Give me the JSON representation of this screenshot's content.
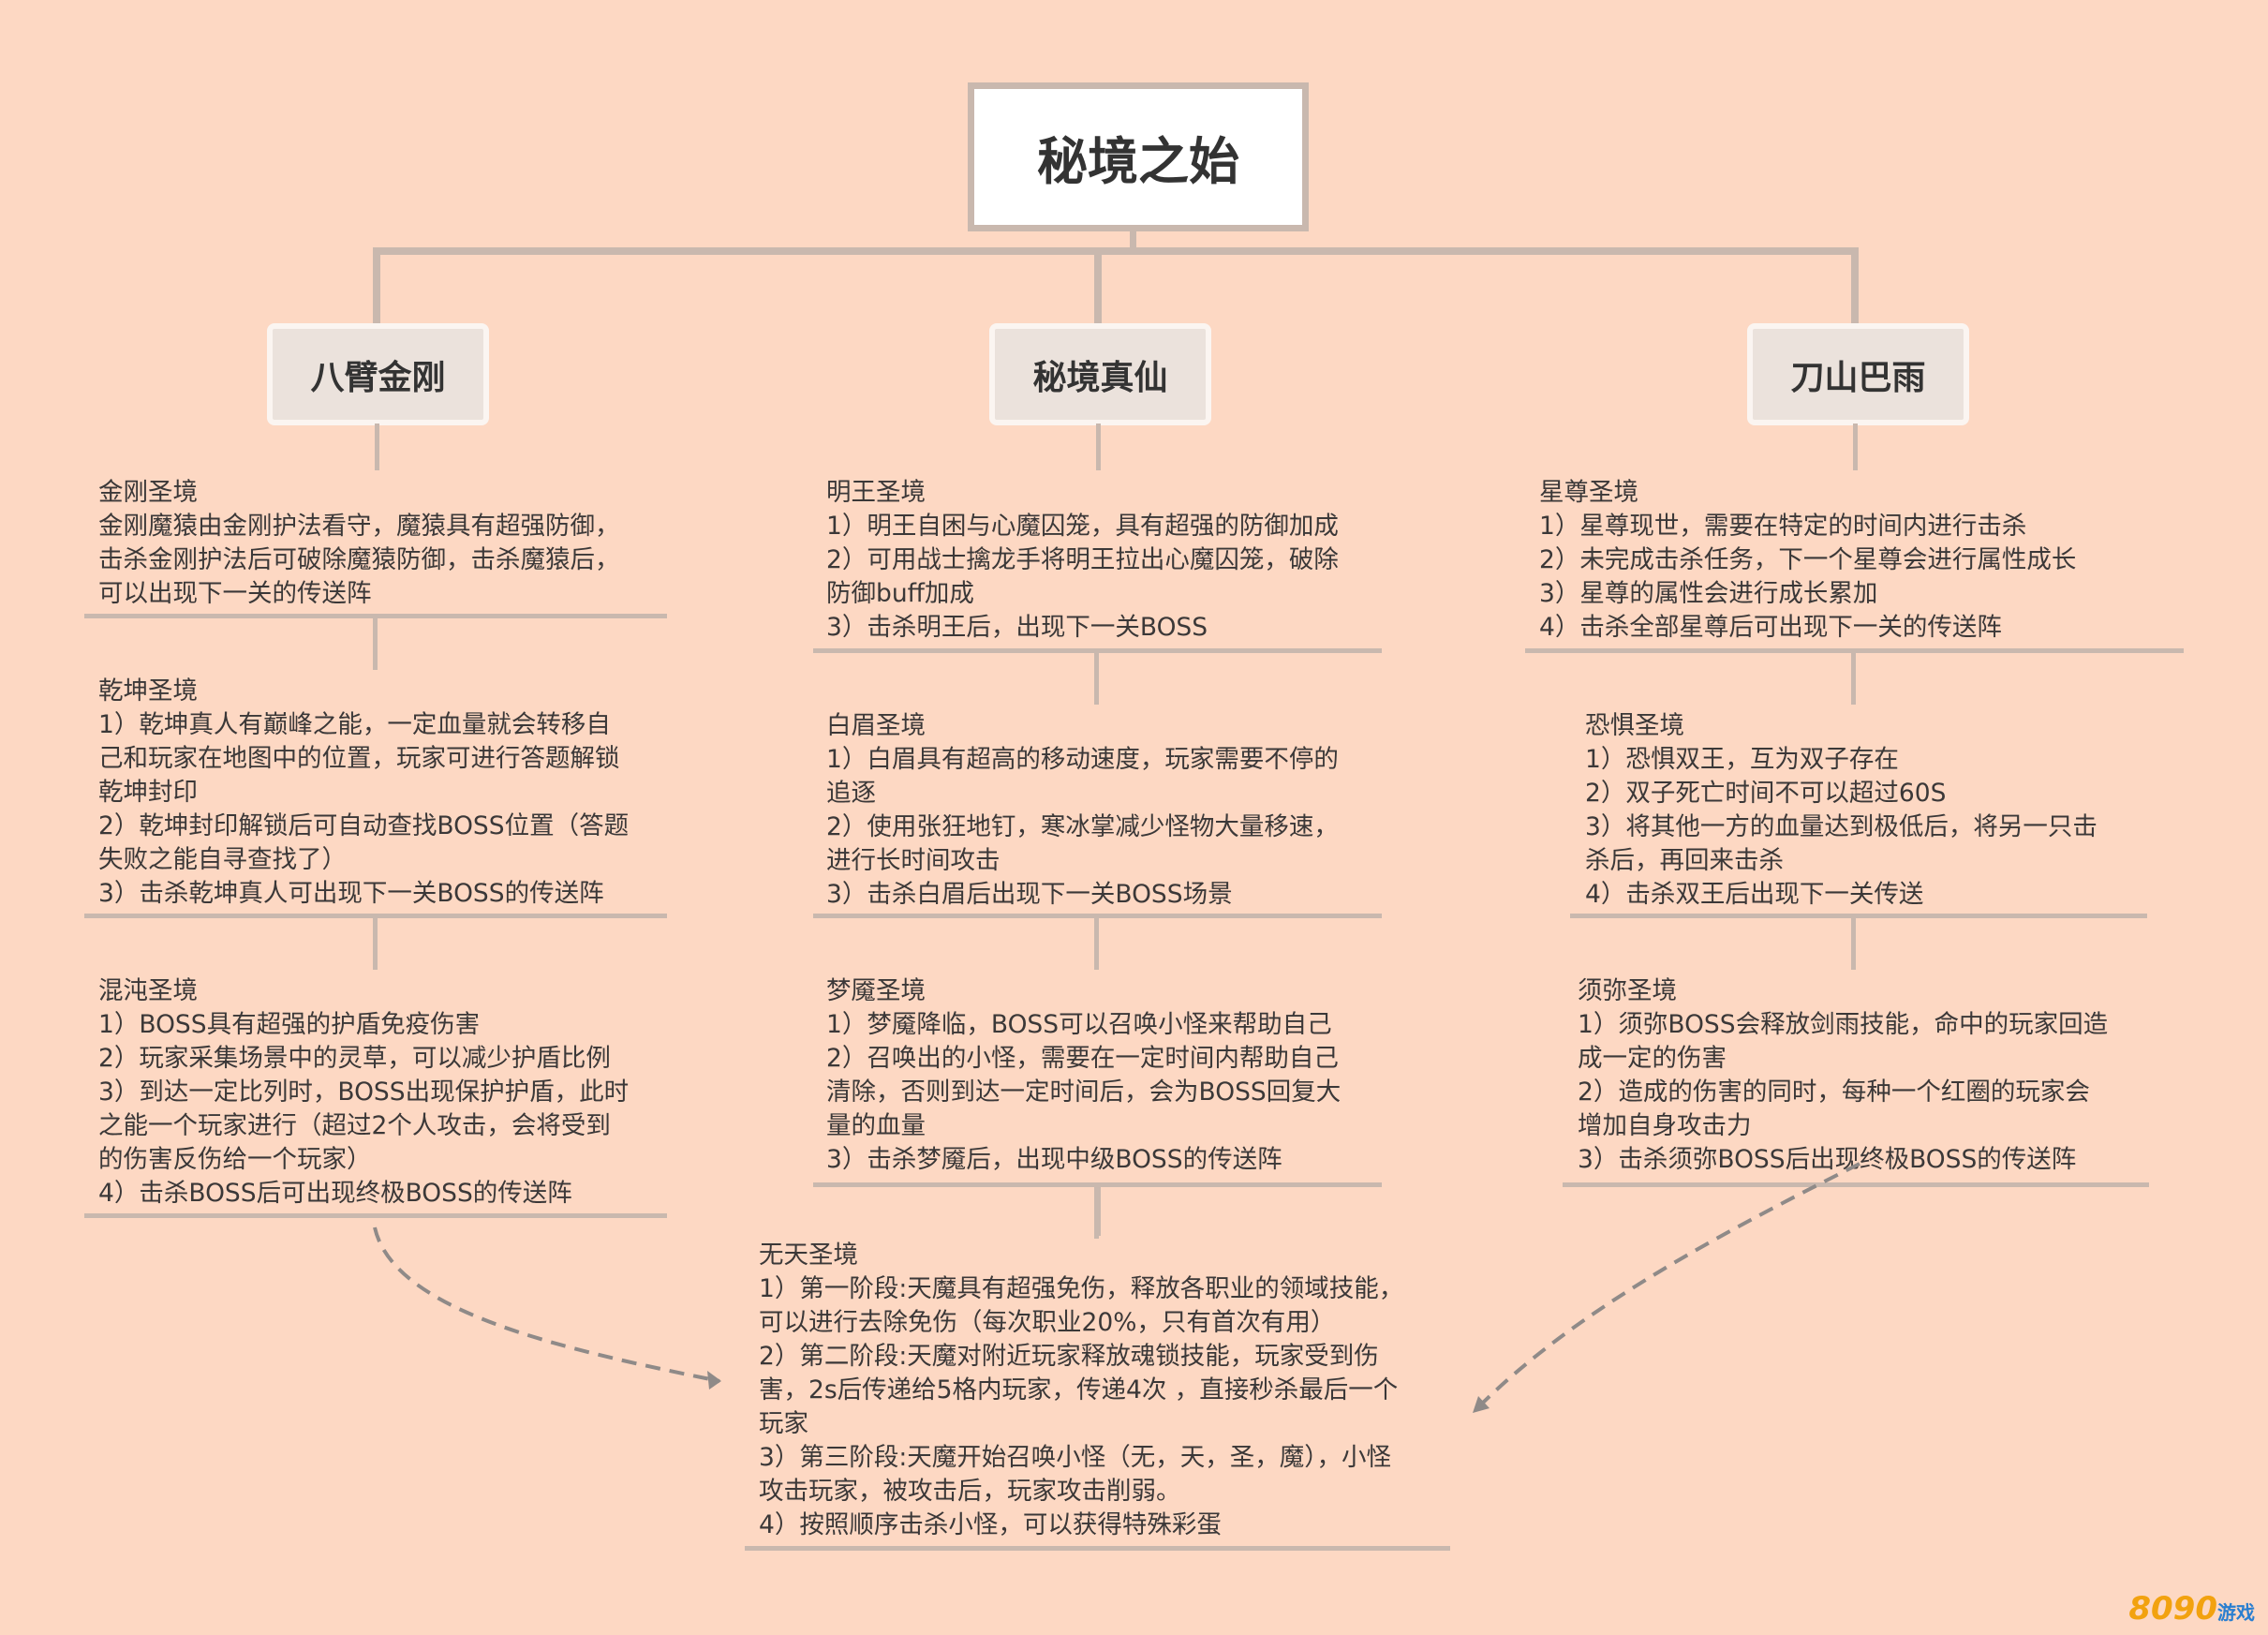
{
  "title": "秘境之始",
  "branches": [
    "八臂金刚",
    "秘境真仙",
    "刀山巴雨"
  ],
  "sections": [
    {
      "id": "jingang",
      "title": "金刚圣境",
      "lines": [
        "金刚魔猿由金刚护法看守，魔猿具有超强防御，",
        "击杀金刚护法后可破除魔猿防御，击杀魔猿后，",
        "可以出现下一关的传送阵"
      ]
    },
    {
      "id": "qiankun",
      "title": "乾坤圣境",
      "lines": [
        "1）乾坤真人有巅峰之能，一定血量就会转移自",
        "己和玩家在地图中的位置，玩家可进行答题解锁",
        "乾坤封印",
        "2）乾坤封印解锁后可自动查找BOSS位置（答题",
        "失败之能自寻查找了）",
        "3）击杀乾坤真人可出现下一关BOSS的传送阵"
      ]
    },
    {
      "id": "hundun",
      "title": "混沌圣境",
      "lines": [
        "1）BOSS具有超强的护盾免疫伤害",
        "2）玩家采集场景中的灵草，可以减少护盾比例",
        "3）到达一定比列时，BOSS出现保护护盾，此时",
        "之能一个玩家进行（超过2个人攻击，会将受到",
        "的伤害反伤给一个玩家）",
        "4）击杀BOSS后可出现终极BOSS的传送阵"
      ]
    },
    {
      "id": "mingwang",
      "title": "明王圣境",
      "lines": [
        "1）明王自困与心魔囚笼，具有超强的防御加成",
        "2）可用战士擒龙手将明王拉出心魔囚笼，破除",
        "防御buff加成",
        "3）击杀明王后，出现下一关BOSS"
      ]
    },
    {
      "id": "baimei",
      "title": "白眉圣境",
      "lines": [
        "1）白眉具有超高的移动速度，玩家需要不停的",
        "追逐",
        "2）使用张狂地钉，寒冰掌减少怪物大量移速，",
        "进行长时间攻击",
        "3）击杀白眉后出现下一关BOSS场景"
      ]
    },
    {
      "id": "mengmo",
      "title": "梦魇圣境",
      "lines": [
        "1）梦魇降临，BOSS可以召唤小怪来帮助自己",
        "2）召唤出的小怪，需要在一定时间内帮助自己",
        "清除，否则到达一定时间后，会为BOSS回复大",
        "量的血量",
        "3）击杀梦魇后，出现中级BOSS的传送阵"
      ]
    },
    {
      "id": "xingzun",
      "title": "星尊圣境",
      "lines": [
        "1）星尊现世，需要在特定的时间内进行击杀",
        "2）未完成击杀任务，下一个星尊会进行属性成长",
        "3）星尊的属性会进行成长累加",
        "4）击杀全部星尊后可出现下一关的传送阵"
      ]
    },
    {
      "id": "kongju",
      "title": "恐惧圣境",
      "lines": [
        "1）恐惧双王，互为双子存在",
        "2）双子死亡时间不可以超过60S",
        "3）将其他一方的血量达到极低后，将另一只击",
        "杀后，再回来击杀",
        "4）击杀双王后出现下一关传送"
      ]
    },
    {
      "id": "xumi",
      "title": "须弥圣境",
      "lines": [
        "1）须弥BOSS会释放剑雨技能，命中的玩家回造",
        "成一定的伤害",
        "2）造成的伤害的同时，每种一个红圈的玩家会",
        "增加自身攻击力",
        "3）击杀须弥BOSS后出现终极BOSS的传送阵"
      ]
    },
    {
      "id": "wutian",
      "title": "无天圣境",
      "lines": [
        "1）第一阶段:天魔具有超强免伤，释放各职业的领域技能，",
        "可以进行去除免伤（每次职业20%，只有首次有用）",
        "2）第二阶段:天魔对附近玩家释放魂锁技能，玩家受到伤",
        "害，2s后传递给5格内玩家，传递4次 ，直接秒杀最后一个",
        "玩家",
        "3）第三阶段:天魔开始召唤小怪（无，天，圣，魔），小怪",
        "攻击玩家，被攻击后，玩家攻击削弱。",
        "4）按照顺序击杀小怪，可以获得特殊彩蛋"
      ]
    }
  ],
  "watermark": "8090游戏"
}
